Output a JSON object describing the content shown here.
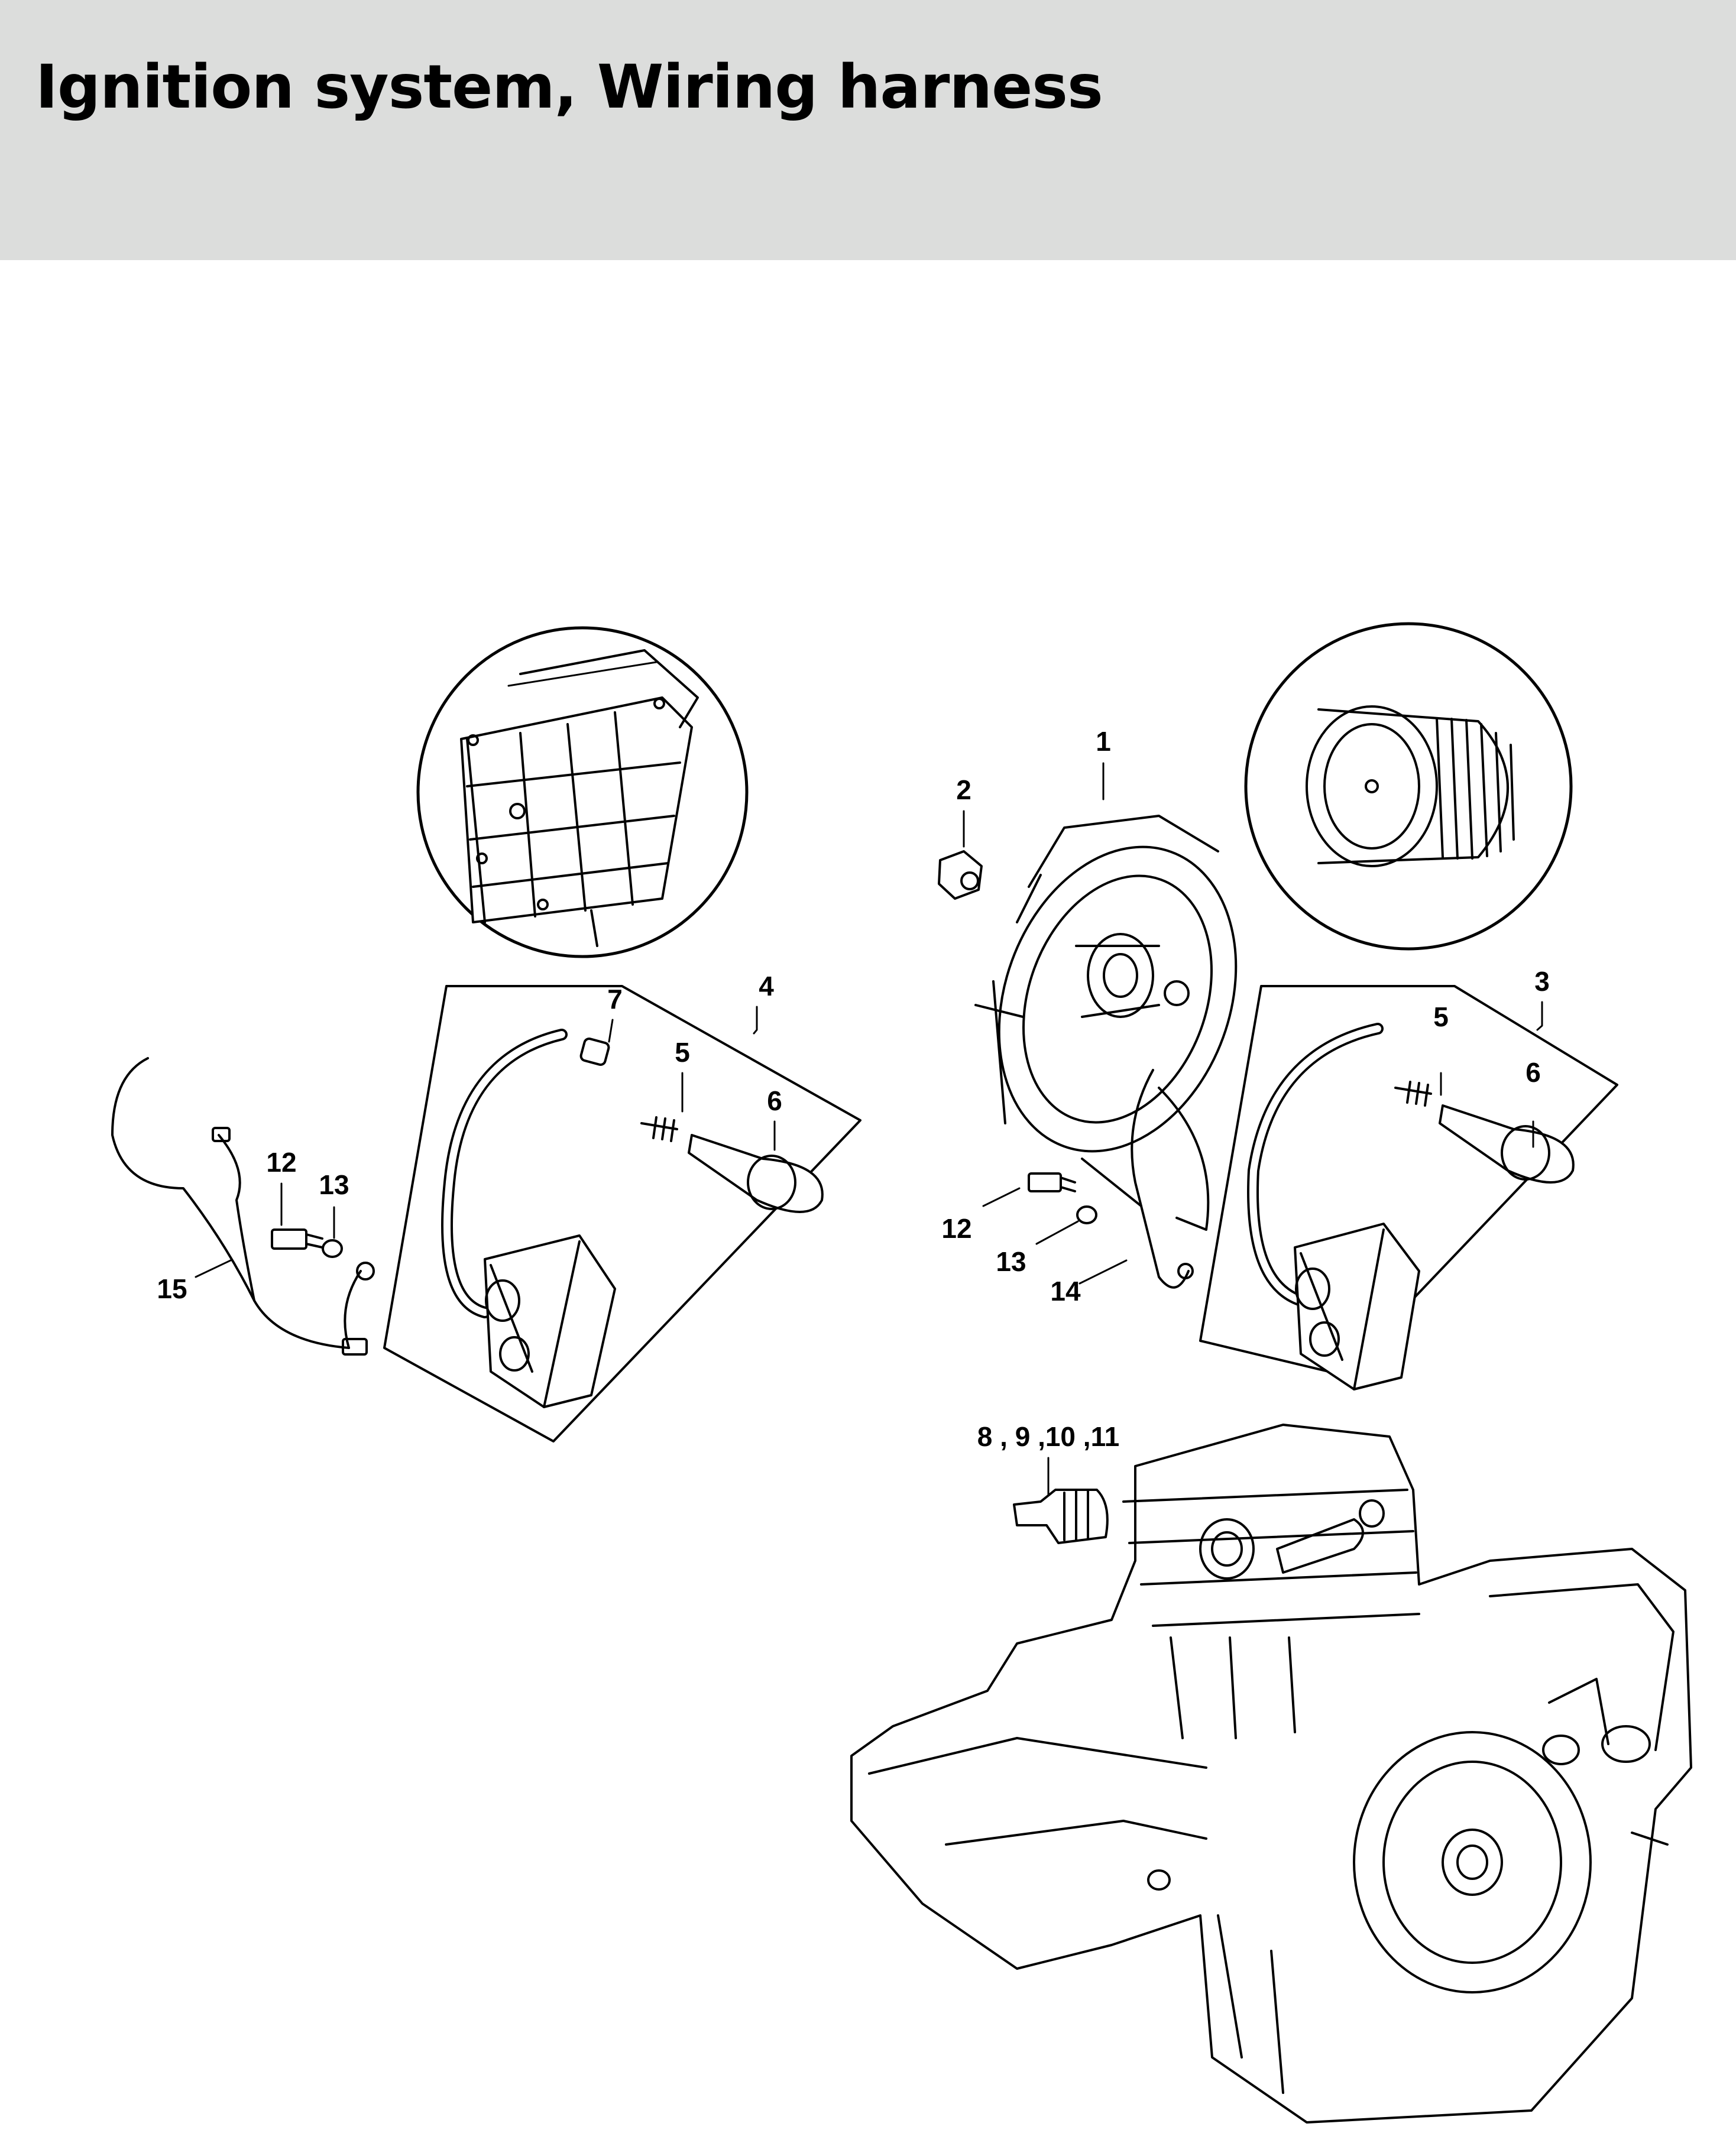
{
  "header": {
    "title": "Ignition system, Wiring harness"
  },
  "colors": {
    "header_background": "#dcdddc",
    "line": "#000000"
  },
  "diagram": {
    "callouts": {
      "c1": "1",
      "c2": "2",
      "c3": "3",
      "c4": "4",
      "c5a": "5",
      "c5b": "5",
      "c6a": "6",
      "c6b": "6",
      "c7": "7",
      "c8": "8 , 9 ,10 ,11",
      "c12a": "12",
      "c12b": "12",
      "c13a": "13",
      "c13b": "13",
      "c14": "14",
      "c15": "15"
    }
  }
}
